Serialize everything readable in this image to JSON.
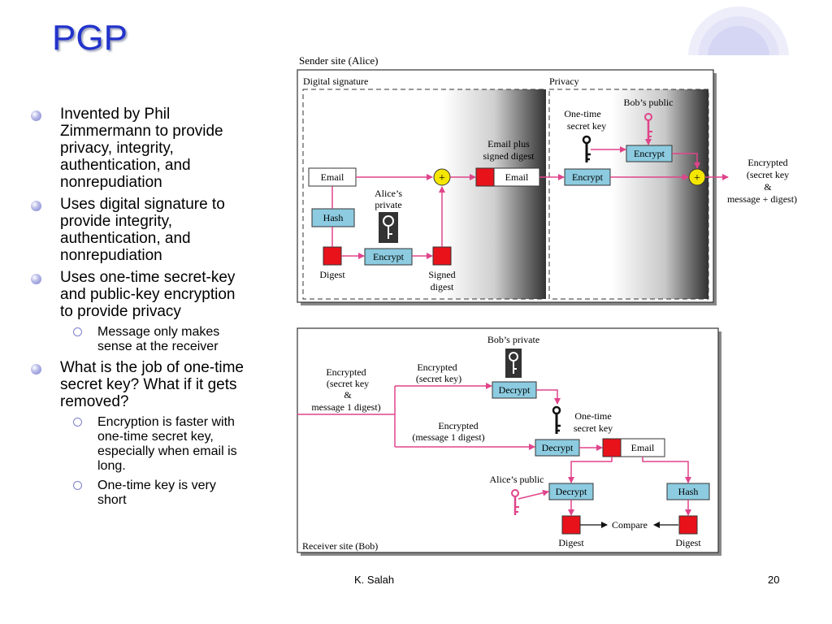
{
  "slide": {
    "title": "PGP",
    "author": "K. Salah",
    "page_number": "20"
  },
  "bullets": [
    {
      "level": 1,
      "lines": [
        "Invented by Phil",
        "Zimmermann to provide",
        "privacy, integrity,",
        "authentication, and",
        "nonrepudiation"
      ]
    },
    {
      "level": 1,
      "lines": [
        "Uses digital signature to",
        "provide integrity,",
        "authentication, and",
        "nonrepudiation"
      ]
    },
    {
      "level": 1,
      "lines": [
        "Uses one-time secret-key",
        "and public-key encryption",
        "to provide privacy"
      ]
    },
    {
      "level": 2,
      "lines": [
        "Message only makes",
        "sense at the receiver"
      ]
    },
    {
      "level": 1,
      "lines": [
        "What is the job of one-time",
        "secret key?  What if it gets",
        "removed?"
      ]
    },
    {
      "level": 2,
      "lines": [
        "Encryption is faster with",
        "one-time secret key,",
        "especially when email is",
        "long."
      ]
    },
    {
      "level": 2,
      "lines": [
        "One-time key is very",
        "short"
      ]
    }
  ],
  "sender_diagram": {
    "site_label": "Sender site (Alice)",
    "signature_section": "Digital signature",
    "privacy_section": "Privacy",
    "email": "Email",
    "hash": "Hash",
    "digest": "Digest",
    "encrypt": "Encrypt",
    "alice_private_line1": "Alice’s",
    "alice_private_line2": "private",
    "signed_digest_line1": "Signed",
    "signed_digest_line2": "digest",
    "email_plus_line1": "Email plus",
    "email_plus_line2": "signed digest",
    "email_box": "Email",
    "one_time_line1": "One-time",
    "one_time_line2": "secret key",
    "bob_public": "Bob’s public",
    "encrypt_key": "Encrypt",
    "encrypt_main": "Encrypt",
    "plus": "+",
    "output_line1": "Encrypted",
    "output_line2": "(secret key",
    "output_line3": "&",
    "output_line4": "message + digest)"
  },
  "receiver_diagram": {
    "site_label": "Receiver site (Bob)",
    "input_line1": "Encrypted",
    "input_line2": "(secret key",
    "input_line3": "&",
    "input_line4": "message 1 digest)",
    "enc_key_line1": "Encrypted",
    "enc_key_line2": "(secret key)",
    "bob_private": "Bob’s private",
    "decrypt_key": "Decrypt",
    "one_time_line1": "One-time",
    "one_time_line2": "secret key",
    "enc_msg_line1": "Encrypted",
    "enc_msg_line2": "(message 1 digest)",
    "decrypt_main": "Decrypt",
    "email": "Email",
    "alice_public": "Alice’s public",
    "decrypt_digest": "Decrypt",
    "hash": "Hash",
    "digest_left": "Digest",
    "digest_right": "Digest",
    "compare": "Compare"
  },
  "colors": {
    "title": "#2233cc",
    "arrow": "#e0448a",
    "box_fill": "#8ccbe0",
    "red_square": "#e8121b",
    "plus_fill": "#f5e600"
  }
}
